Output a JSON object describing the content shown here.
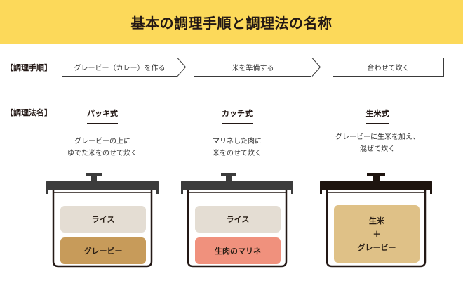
{
  "header": {
    "title": "基本の調理手順と調理法の名称"
  },
  "procedure": {
    "label": "【調理手順】",
    "steps": [
      "グレービー（カレー）を作る",
      "米を準備する",
      "合わせて炊く"
    ]
  },
  "methods": {
    "label": "【調理法名】",
    "items": [
      {
        "name": "パッキ式",
        "description": "グレービーの上に\nゆでた米をのせて炊く",
        "layers": [
          {
            "text": "ライス",
            "color": "#e4ddd3"
          },
          {
            "text": "グレービー",
            "color": "#c79b5a"
          }
        ]
      },
      {
        "name": "カッチ式",
        "description": "マリネした肉に\n米をのせて炊く",
        "layers": [
          {
            "text": "ライス",
            "color": "#e4ddd3"
          },
          {
            "text": "生肉のマリネ",
            "color": "#f0917d"
          }
        ]
      },
      {
        "name": "生米式",
        "description": "グレービーに生米を加え、\n混ぜて炊く",
        "layers": [
          {
            "text": "生米\n＋\nグレービー",
            "color": "#dfc187"
          }
        ]
      }
    ]
  },
  "colors": {
    "banner": "#fcd95a",
    "outline": "#231815",
    "lid_light": "#3c3c3c",
    "lid_dark": "#1e140f"
  }
}
